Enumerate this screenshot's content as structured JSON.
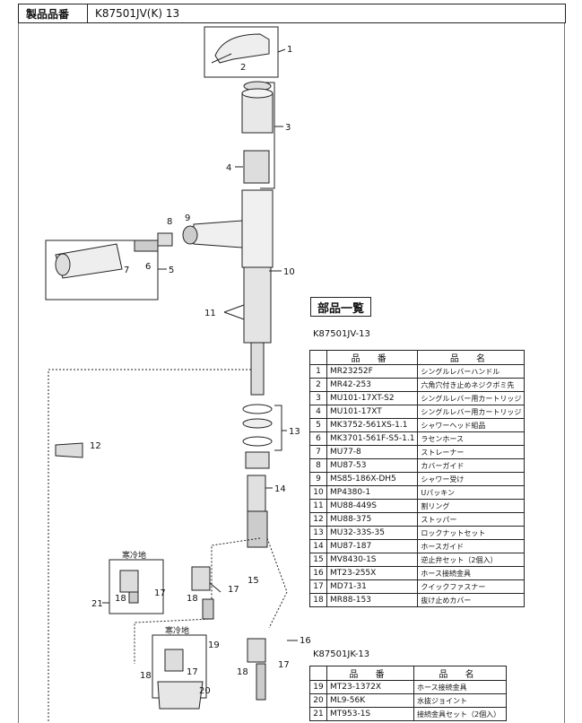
{
  "header": {
    "label": "製品品番",
    "product_code": "K87501JV(K) 13"
  },
  "diagram": {
    "callouts": [
      "1",
      "2",
      "3",
      "4",
      "5",
      "6",
      "7",
      "8",
      "9",
      "10",
      "11",
      "12",
      "13",
      "14",
      "15",
      "16",
      "17",
      "18",
      "19",
      "20",
      "21"
    ],
    "cold_region_1": "寒冷地",
    "cold_region_2": "寒冷地",
    "sub_labels": [
      "17",
      "18",
      "17",
      "18",
      "17",
      "18",
      "17",
      "18"
    ]
  },
  "parts_list": {
    "title": "部品一覧",
    "model_a": "K87501JV-13",
    "model_b": "K87501JK-13",
    "col_code": "品 番",
    "col_name": "品 名",
    "rows_a": [
      {
        "no": "1",
        "code": "MR23252F",
        "name": "シングルレバーハンドル"
      },
      {
        "no": "2",
        "code": "MR42-253",
        "name": "六角穴付き止めネジクボミ先"
      },
      {
        "no": "3",
        "code": "MU101-17XT-S2",
        "name": "シングルレバー用カートリッジ"
      },
      {
        "no": "4",
        "code": "MU101-17XT",
        "name": "シングルレバー用カートリッジ"
      },
      {
        "no": "5",
        "code": "MK3752-561XS-1.1",
        "name": "シャワーヘッド組品"
      },
      {
        "no": "6",
        "code": "MK3701-561F-S5-1.1",
        "name": "ラセンホース"
      },
      {
        "no": "7",
        "code": "MU77-8",
        "name": "ストレーナー"
      },
      {
        "no": "8",
        "code": "MU87-53",
        "name": "カバーガイド"
      },
      {
        "no": "9",
        "code": "MS85-186X-DH5",
        "name": "シャワー受け"
      },
      {
        "no": "10",
        "code": "MP4380-1",
        "name": "Uパッキン"
      },
      {
        "no": "11",
        "code": "MU88-449S",
        "name": "割リング"
      },
      {
        "no": "12",
        "code": "MU88-375",
        "name": "ストッパー"
      },
      {
        "no": "13",
        "code": "MU32-33S-35",
        "name": "ロックナットセット"
      },
      {
        "no": "14",
        "code": "MU87-187",
        "name": "ホースガイド"
      },
      {
        "no": "15",
        "code": "MV8430-1S",
        "name": "逆止弁セット（2個入）"
      },
      {
        "no": "16",
        "code": "MT23-255X",
        "name": "ホース接続金具"
      },
      {
        "no": "17",
        "code": "MD71-31",
        "name": "クイックファスナー"
      },
      {
        "no": "18",
        "code": "MR88-153",
        "name": "抜け止めカバー"
      }
    ],
    "rows_b": [
      {
        "no": "19",
        "code": "MT23-1372X",
        "name": "ホース接続金具"
      },
      {
        "no": "20",
        "code": "ML9-56K",
        "name": "水抜ジョイント"
      },
      {
        "no": "21",
        "code": "MT953-1S",
        "name": "接続金具セット（2個入）"
      }
    ]
  }
}
